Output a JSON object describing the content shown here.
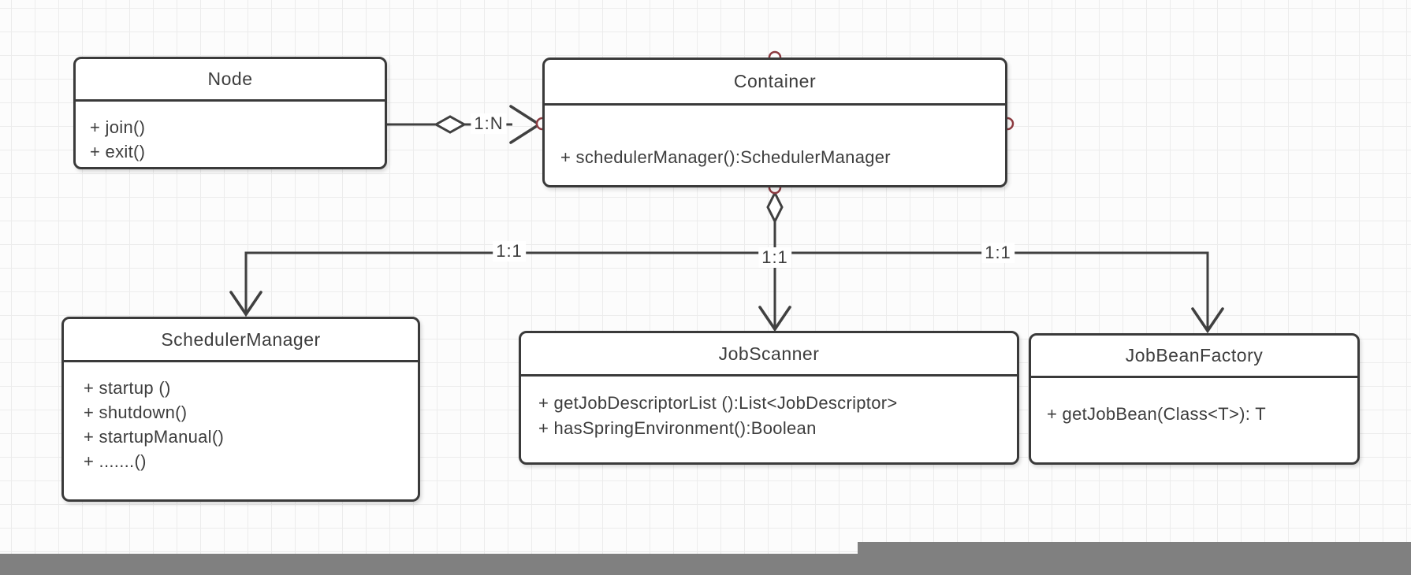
{
  "diagram": {
    "classes": [
      {
        "name": "Node",
        "methods": [
          "+ join()",
          "+ exit()"
        ]
      },
      {
        "name": "Container",
        "methods": [
          "+ schedulerManager():SchedulerManager"
        ]
      },
      {
        "name": "SchedulerManager",
        "methods": [
          "+ startup ()",
          "+ shutdown()",
          "+ startupManual()",
          "+ .......()"
        ]
      },
      {
        "name": "JobScanner",
        "methods": [
          "+ getJobDescriptorList ():List<JobDescriptor>",
          "+ hasSpringEnvironment():Boolean"
        ]
      },
      {
        "name": "JobBeanFactory",
        "methods": [
          "+ getJobBean(Class<T>): T"
        ]
      }
    ],
    "relationships": [
      {
        "from": "Node",
        "to": "Container",
        "label": "1:N",
        "type": "aggregation-arrow"
      },
      {
        "from": "Container",
        "to": "SchedulerManager",
        "label": "1:1",
        "type": "aggregation-arrow"
      },
      {
        "from": "Container",
        "to": "JobScanner",
        "label": "1:1",
        "type": "aggregation-arrow"
      },
      {
        "from": "Container",
        "to": "JobBeanFactory",
        "label": "1:1",
        "type": "aggregation-arrow"
      }
    ]
  },
  "colors": {
    "canvas_bg": "#fcfcfc",
    "grid_line": "#ececec",
    "box_border": "#3a3a3a",
    "box_fill": "#ffffff",
    "text": "#3d3d3d",
    "line": "#404040",
    "handle_stroke": "#8d3b41",
    "bottom_bar": "#808080"
  }
}
